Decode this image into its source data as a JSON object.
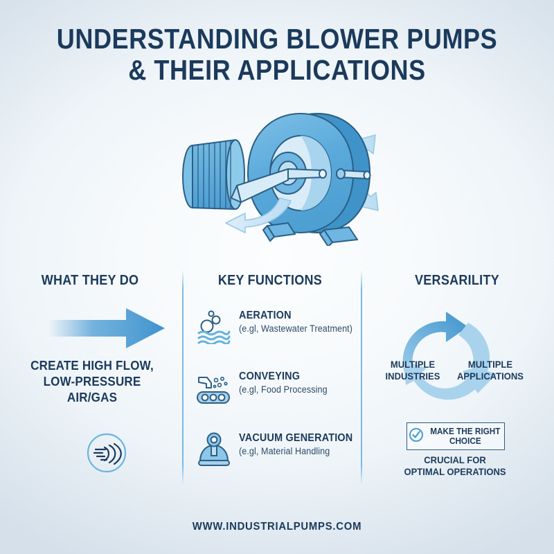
{
  "title": {
    "line1": "UNDERSTANDING BLOWER PUMPS",
    "line2": "& THEIR APPLICATIONS"
  },
  "hero": {
    "icon": "blower-pump-illustration",
    "alt": "Isometric blue blower pump with motor, housing and airflow arrows"
  },
  "columns": {
    "left": {
      "heading": "WHAT THEY DO",
      "arrow_icon": "right-arrow-gradient",
      "statement": [
        "CREATE HIGH FLOW,",
        "LOW-PRESSURE",
        "AIR/GAS"
      ],
      "badge_icon": "airflow-circle-icon"
    },
    "middle": {
      "heading": "KEY FUNCTIONS",
      "functions": [
        {
          "icon": "bubbles-water-icon",
          "title": "AERATION",
          "example": "(e.gl, Wastewater Treatment)"
        },
        {
          "icon": "conveyor-belt-icon",
          "title": "CONVEYING",
          "example": "(e.gl, Food Processing"
        },
        {
          "icon": "vacuum-suction-cup-icon",
          "title": "VACUUM GENERATION",
          "example": "(e.gl, Material Handling"
        }
      ]
    },
    "right": {
      "heading": "VERSARILITY",
      "cycle_icon": "circular-arrows-cycle-icon",
      "cycle_left_label": [
        "MULTIPLE",
        "INDUSTRIES"
      ],
      "cycle_right_label": [
        "MULTIPLE",
        "APPLICATIONS"
      ],
      "choice": {
        "icon": "check-circle-icon",
        "label_line1": "MAKE THE RIGHT",
        "label_line2": "CHOICE"
      },
      "crucial": [
        "CRUCIAL FOR",
        "OPTIMAL OPERATIONS"
      ]
    }
  },
  "footer": {
    "url": "WWW.INDUSTRIALPUMPS.COM"
  },
  "colors": {
    "navy": "#1b3a5c",
    "blue": "#4a9bd4",
    "light_blue": "#a8d0ea",
    "pale_blue": "#c5dff2",
    "outline": "#2b5f85",
    "background_center": "#fbfdfe",
    "background_edge": "#d5e0ea"
  }
}
